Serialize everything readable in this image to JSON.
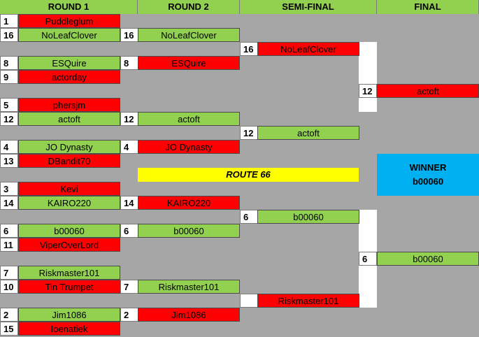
{
  "headers": [
    "ROUND 1",
    "ROUND 2",
    "SEMI-FINAL",
    "FINAL"
  ],
  "round1": [
    {
      "seed": "1",
      "name": "Puddleglum",
      "status": "lose"
    },
    {
      "seed": "16",
      "name": "NoLeafClover",
      "status": "win"
    },
    {
      "seed": "8",
      "name": "ESQuire",
      "status": "win"
    },
    {
      "seed": "9",
      "name": "actorday",
      "status": "lose"
    },
    {
      "seed": "5",
      "name": "phersjm",
      "status": "lose"
    },
    {
      "seed": "12",
      "name": "actoft",
      "status": "win"
    },
    {
      "seed": "4",
      "name": "JO Dynasty",
      "status": "win"
    },
    {
      "seed": "13",
      "name": "DBandit70",
      "status": "lose"
    },
    {
      "seed": "3",
      "name": "Kevi",
      "status": "lose"
    },
    {
      "seed": "14",
      "name": "KAIRO220",
      "status": "win"
    },
    {
      "seed": "6",
      "name": "b00060",
      "status": "win"
    },
    {
      "seed": "11",
      "name": "ViperOverLord",
      "status": "lose"
    },
    {
      "seed": "7",
      "name": "Riskmaster101",
      "status": "win"
    },
    {
      "seed": "10",
      "name": "Tin Trumpet",
      "status": "lose"
    },
    {
      "seed": "2",
      "name": "Jim1086",
      "status": "win"
    },
    {
      "seed": "15",
      "name": "Ioenatiek",
      "status": "lose"
    }
  ],
  "round2": [
    {
      "seed": "16",
      "name": "NoLeafClover",
      "status": "win"
    },
    {
      "seed": "8",
      "name": "ESQuire",
      "status": "lose"
    },
    {
      "seed": "12",
      "name": "actoft",
      "status": "win"
    },
    {
      "seed": "4",
      "name": "JO Dynasty",
      "status": "lose"
    },
    {
      "seed": "14",
      "name": "KAIRO220",
      "status": "lose"
    },
    {
      "seed": "6",
      "name": "b00060",
      "status": "win"
    },
    {
      "seed": "7",
      "name": "Riskmaster101",
      "status": "win"
    },
    {
      "seed": "2",
      "name": "Jim1086",
      "status": "lose"
    }
  ],
  "semifinal": [
    {
      "seed": "16",
      "name": "NoLeafClover",
      "status": "lose"
    },
    {
      "seed": "12",
      "name": "actoft",
      "status": "win"
    },
    {
      "seed": "6",
      "name": "b00060",
      "status": "win"
    },
    {
      "seed": "",
      "name": "Riskmaster101",
      "status": "lose"
    }
  ],
  "final": [
    {
      "seed": "12",
      "name": "actoft",
      "status": "lose"
    },
    {
      "seed": "6",
      "name": "b00060",
      "status": "win"
    }
  ],
  "route_label": "ROUTE 66",
  "winner": {
    "label": "WINNER",
    "name": "b00060"
  },
  "colors": {
    "win": "#92d050",
    "lose": "#ff0000",
    "header": "#92d050",
    "winner_box": "#00b0f0",
    "route": "#ffff00",
    "background": "#a6a6a6"
  }
}
